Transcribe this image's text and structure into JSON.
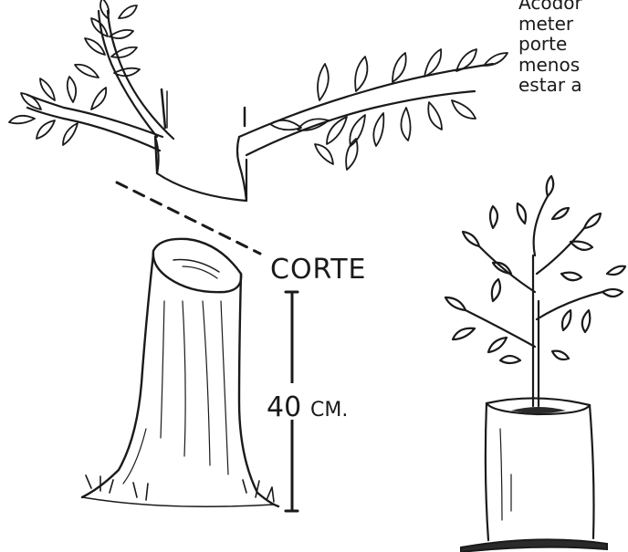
{
  "side_text": {
    "lines": [
      "Acodor",
      "meter",
      "porte",
      "menos",
      "estar a"
    ]
  },
  "labels": {
    "cut": "CORTE",
    "height_number": "40",
    "height_unit": "CM."
  },
  "colors": {
    "ink": "#1a1a1a",
    "background": "#ffffff",
    "soil": "#2a2a2a"
  }
}
